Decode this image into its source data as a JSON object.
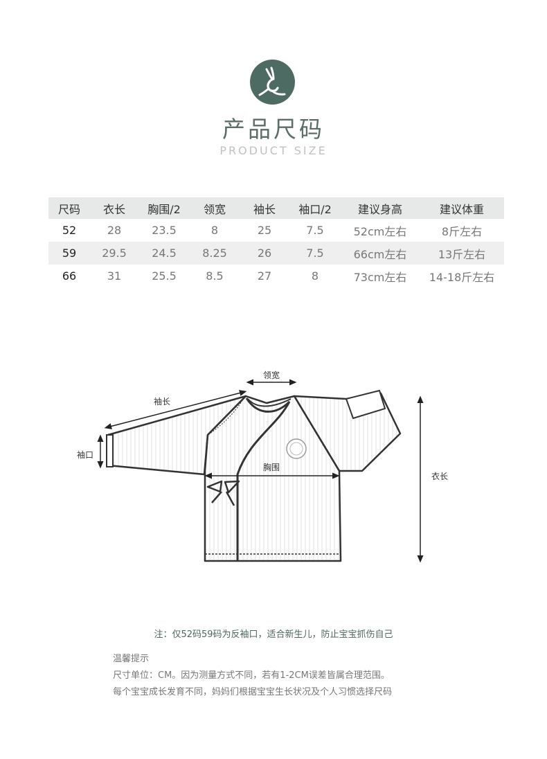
{
  "header": {
    "title": "产品尺码",
    "subtitle": "PRODUCT SIZE",
    "logo_color": "#4d6a63"
  },
  "table": {
    "headers": [
      "尺码",
      "衣长",
      "胸围/2",
      "领宽",
      "袖长",
      "袖口/2",
      "建议身高",
      "建议体重"
    ],
    "rows": [
      [
        "52",
        "28",
        "23.5",
        "8",
        "25",
        "7.5",
        "52cm左右",
        "8斤左右"
      ],
      [
        "59",
        "29.5",
        "24.5",
        "8.25",
        "26",
        "7.5",
        "66cm左右",
        "13斤左右"
      ],
      [
        "66",
        "31",
        "25.5",
        "8.5",
        "27",
        "8",
        "73cm左右",
        "14-18斤左右"
      ]
    ]
  },
  "diagram": {
    "labels": {
      "collar": "领宽",
      "sleeve_length": "袖长",
      "cuff": "袖口",
      "chest": "胸围",
      "length": "衣长"
    }
  },
  "note": "注：仅52码59码为反袖口，适合新生儿，防止宝宝抓伤自己",
  "tips": {
    "heading": "温馨提示",
    "line1": "尺寸单位：CM。因为测量方式不同，若有1-2CM误差皆属合理范围。",
    "line2": "每个宝宝成长发育不同，妈妈们根据宝宝生长状况及个人习惯选择尺码"
  }
}
